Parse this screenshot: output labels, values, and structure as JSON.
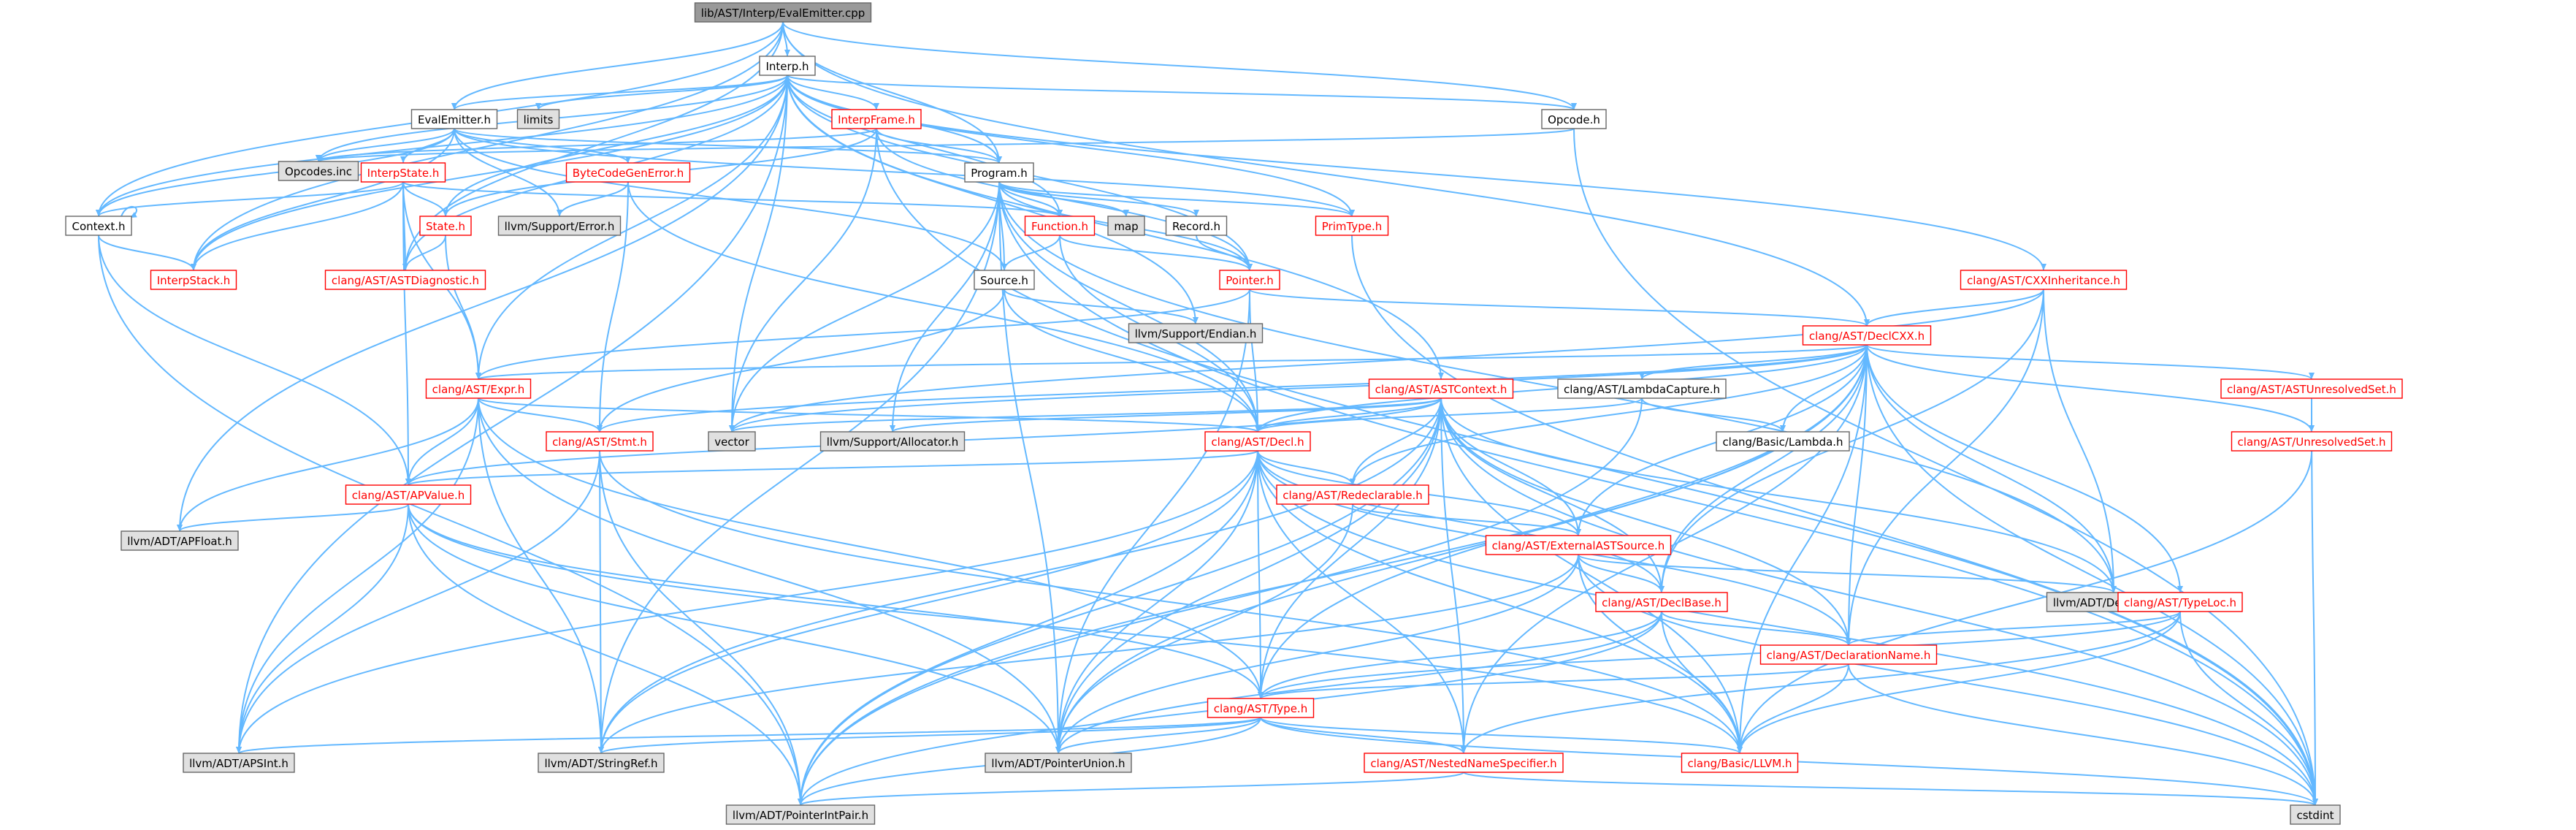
{
  "diagram": {
    "colors": {
      "edge": "#63B8FF",
      "border": "#666666",
      "red": "#ff0000",
      "gray_fill": "#e0e0e0",
      "root_fill": "#999999"
    },
    "nodes": [
      {
        "id": "root",
        "label": "lib/AST/Interp/EvalEmitter.cpp",
        "style": "root"
      },
      {
        "id": "interp",
        "label": "Interp.h",
        "style": "normal"
      },
      {
        "id": "evalemitter",
        "label": "EvalEmitter.h",
        "style": "normal"
      },
      {
        "id": "limits",
        "label": "limits",
        "style": "gray"
      },
      {
        "id": "interpframe",
        "label": "InterpFrame.h",
        "style": "red"
      },
      {
        "id": "opcode",
        "label": "Opcode.h",
        "style": "normal"
      },
      {
        "id": "opcodesinc",
        "label": "Opcodes.inc",
        "style": "gray"
      },
      {
        "id": "interpstate",
        "label": "InterpState.h",
        "style": "red"
      },
      {
        "id": "bytecodegenerror",
        "label": "ByteCodeGenError.h",
        "style": "red"
      },
      {
        "id": "program",
        "label": "Program.h",
        "style": "normal"
      },
      {
        "id": "context",
        "label": "Context.h",
        "style": "normal"
      },
      {
        "id": "state",
        "label": "State.h",
        "style": "red"
      },
      {
        "id": "llvmerror",
        "label": "llvm/Support/Error.h",
        "style": "gray"
      },
      {
        "id": "function",
        "label": "Function.h",
        "style": "red"
      },
      {
        "id": "map",
        "label": "map",
        "style": "gray"
      },
      {
        "id": "record",
        "label": "Record.h",
        "style": "normal"
      },
      {
        "id": "primtype",
        "label": "PrimType.h",
        "style": "red"
      },
      {
        "id": "interpstack",
        "label": "InterpStack.h",
        "style": "red"
      },
      {
        "id": "astdiagnostic",
        "label": "clang/AST/ASTDiagnostic.h",
        "style": "red"
      },
      {
        "id": "source",
        "label": "Source.h",
        "style": "normal"
      },
      {
        "id": "pointer",
        "label": "Pointer.h",
        "style": "red"
      },
      {
        "id": "cxxinheritance",
        "label": "clang/AST/CXXInheritance.h",
        "style": "red"
      },
      {
        "id": "endian",
        "label": "llvm/Support/Endian.h",
        "style": "gray"
      },
      {
        "id": "declcxx",
        "label": "clang/AST/DeclCXX.h",
        "style": "red"
      },
      {
        "id": "expr",
        "label": "clang/AST/Expr.h",
        "style": "red"
      },
      {
        "id": "astcontext",
        "label": "clang/AST/ASTContext.h",
        "style": "red"
      },
      {
        "id": "lambdacapture",
        "label": "clang/AST/LambdaCapture.h",
        "style": "normal"
      },
      {
        "id": "astunresolvedset",
        "label": "clang/AST/ASTUnresolvedSet.h",
        "style": "red"
      },
      {
        "id": "stmt",
        "label": "clang/AST/Stmt.h",
        "style": "red"
      },
      {
        "id": "vector",
        "label": "vector",
        "style": "gray"
      },
      {
        "id": "allocator",
        "label": "llvm/Support/Allocator.h",
        "style": "gray"
      },
      {
        "id": "decl",
        "label": "clang/AST/Decl.h",
        "style": "red"
      },
      {
        "id": "basiclambda",
        "label": "clang/Basic/Lambda.h",
        "style": "normal"
      },
      {
        "id": "unresolvedset",
        "label": "clang/AST/UnresolvedSet.h",
        "style": "red"
      },
      {
        "id": "apvalue",
        "label": "clang/AST/APValue.h",
        "style": "red"
      },
      {
        "id": "redeclarable",
        "label": "clang/AST/Redeclarable.h",
        "style": "red"
      },
      {
        "id": "apfloat",
        "label": "llvm/ADT/APFloat.h",
        "style": "gray"
      },
      {
        "id": "externalastsource",
        "label": "clang/AST/ExternalASTSource.h",
        "style": "red"
      },
      {
        "id": "declbase",
        "label": "clang/AST/DeclBase.h",
        "style": "red"
      },
      {
        "id": "densemap",
        "label": "llvm/ADT/DenseMap.h",
        "style": "gray"
      },
      {
        "id": "typeloc",
        "label": "clang/AST/TypeLoc.h",
        "style": "red"
      },
      {
        "id": "declarationname",
        "label": "clang/AST/DeclarationName.h",
        "style": "red"
      },
      {
        "id": "type",
        "label": "clang/AST/Type.h",
        "style": "red"
      },
      {
        "id": "apsint",
        "label": "llvm/ADT/APSInt.h",
        "style": "gray"
      },
      {
        "id": "stringref",
        "label": "llvm/ADT/StringRef.h",
        "style": "gray"
      },
      {
        "id": "pointerunion",
        "label": "llvm/ADT/PointerUnion.h",
        "style": "gray"
      },
      {
        "id": "nestednamespecifier",
        "label": "clang/AST/NestedNameSpecifier.h",
        "style": "red"
      },
      {
        "id": "basicllvm",
        "label": "clang/Basic/LLVM.h",
        "style": "red"
      },
      {
        "id": "pointerintpair",
        "label": "llvm/ADT/PointerIntPair.h",
        "style": "gray"
      },
      {
        "id": "cstdint",
        "label": "cstdint",
        "style": "gray"
      }
    ],
    "edges": [
      [
        "root",
        "interp"
      ],
      [
        "root",
        "evalemitter"
      ],
      [
        "root",
        "opcode"
      ],
      [
        "root",
        "context"
      ],
      [
        "root",
        "declcxx"
      ],
      [
        "root",
        "program"
      ],
      [
        "root",
        "interpstack"
      ],
      [
        "root",
        "astdiagnostic"
      ],
      [
        "interp",
        "evalemitter"
      ],
      [
        "interp",
        "limits"
      ],
      [
        "interp",
        "interpframe"
      ],
      [
        "interp",
        "opcode"
      ],
      [
        "interp",
        "opcodesinc"
      ],
      [
        "interp",
        "program"
      ],
      [
        "interp",
        "context"
      ],
      [
        "interp",
        "state"
      ],
      [
        "interp",
        "function"
      ],
      [
        "interp",
        "primtype"
      ],
      [
        "interp",
        "interpstack"
      ],
      [
        "interp",
        "astdiagnostic"
      ],
      [
        "interp",
        "pointer"
      ],
      [
        "interp",
        "cxxinheritance"
      ],
      [
        "interp",
        "endian"
      ],
      [
        "interp",
        "expr"
      ],
      [
        "interp",
        "astcontext"
      ],
      [
        "interp",
        "vector"
      ],
      [
        "interp",
        "apfloat"
      ],
      [
        "interp",
        "apsint"
      ],
      [
        "evalemitter",
        "opcodesinc"
      ],
      [
        "evalemitter",
        "interpstate"
      ],
      [
        "evalemitter",
        "bytecodegenerror"
      ],
      [
        "evalemitter",
        "program"
      ],
      [
        "evalemitter",
        "context"
      ],
      [
        "evalemitter",
        "llvmerror"
      ],
      [
        "evalemitter",
        "primtype"
      ],
      [
        "evalemitter",
        "source"
      ],
      [
        "evalemitter",
        "interpstack"
      ],
      [
        "interpframe",
        "opcodesinc"
      ],
      [
        "interpframe",
        "program"
      ],
      [
        "interpframe",
        "state"
      ],
      [
        "interpframe",
        "pointer"
      ],
      [
        "interpframe",
        "vector"
      ],
      [
        "interpframe",
        "cstdint"
      ],
      [
        "opcode",
        "opcodesinc"
      ],
      [
        "opcode",
        "cstdint"
      ],
      [
        "interpstate",
        "context"
      ],
      [
        "interpstate",
        "state"
      ],
      [
        "interpstate",
        "function"
      ],
      [
        "interpstate",
        "interpstack"
      ],
      [
        "interpstate",
        "astdiagnostic"
      ],
      [
        "interpstate",
        "expr"
      ],
      [
        "interpstate",
        "apvalue"
      ],
      [
        "bytecodegenerror",
        "llvmerror"
      ],
      [
        "bytecodegenerror",
        "stmt"
      ],
      [
        "bytecodegenerror",
        "decl"
      ],
      [
        "program",
        "function"
      ],
      [
        "program",
        "map"
      ],
      [
        "program",
        "record"
      ],
      [
        "program",
        "primtype"
      ],
      [
        "program",
        "source"
      ],
      [
        "program",
        "pointer"
      ],
      [
        "program",
        "vector"
      ],
      [
        "program",
        "allocator"
      ],
      [
        "program",
        "stringref"
      ],
      [
        "program",
        "pointerunion"
      ],
      [
        "program",
        "decl"
      ],
      [
        "program",
        "densemap"
      ],
      [
        "program",
        "cstdint"
      ],
      [
        "context",
        "context"
      ],
      [
        "context",
        "interpstack"
      ],
      [
        "context",
        "apvalue"
      ],
      [
        "context",
        "pointerintpair"
      ],
      [
        "state",
        "astdiagnostic"
      ],
      [
        "state",
        "expr"
      ],
      [
        "function",
        "source"
      ],
      [
        "function",
        "pointer"
      ],
      [
        "function",
        "decl"
      ],
      [
        "record",
        "pointer"
      ],
      [
        "primtype",
        "cstdint"
      ],
      [
        "source",
        "endian"
      ],
      [
        "source",
        "stmt"
      ],
      [
        "source",
        "decl"
      ],
      [
        "pointer",
        "declcxx"
      ],
      [
        "pointer",
        "expr"
      ],
      [
        "pointer",
        "decl"
      ],
      [
        "pointer",
        "pointerunion"
      ],
      [
        "cxxinheritance",
        "declcxx"
      ],
      [
        "cxxinheritance",
        "densemap"
      ],
      [
        "cxxinheritance",
        "declbase"
      ],
      [
        "cxxinheritance",
        "declarationname"
      ],
      [
        "cxxinheritance",
        "vector"
      ],
      [
        "declcxx",
        "expr"
      ],
      [
        "declcxx",
        "lambdacapture"
      ],
      [
        "declcxx",
        "astunresolvedset"
      ],
      [
        "declcxx",
        "vector"
      ],
      [
        "declcxx",
        "decl"
      ],
      [
        "declcxx",
        "basiclambda"
      ],
      [
        "declcxx",
        "unresolvedset"
      ],
      [
        "declcxx",
        "redeclarable"
      ],
      [
        "declcxx",
        "externalastsource"
      ],
      [
        "declcxx",
        "declbase"
      ],
      [
        "declcxx",
        "densemap"
      ],
      [
        "declcxx",
        "typeloc"
      ],
      [
        "declcxx",
        "declarationname"
      ],
      [
        "declcxx",
        "type"
      ],
      [
        "declcxx",
        "nestednamespecifier"
      ],
      [
        "declcxx",
        "basicllvm"
      ],
      [
        "declcxx",
        "pointerintpair"
      ],
      [
        "declcxx",
        "pointerunion"
      ],
      [
        "declcxx",
        "cstdint"
      ],
      [
        "declcxx",
        "stmt"
      ],
      [
        "expr",
        "stmt"
      ],
      [
        "expr",
        "decl"
      ],
      [
        "expr",
        "apvalue"
      ],
      [
        "expr",
        "apfloat"
      ],
      [
        "expr",
        "apsint"
      ],
      [
        "expr",
        "type"
      ],
      [
        "expr",
        "stringref"
      ],
      [
        "expr",
        "pointerunion"
      ],
      [
        "astcontext",
        "vector"
      ],
      [
        "astcontext",
        "allocator"
      ],
      [
        "astcontext",
        "decl"
      ],
      [
        "astcontext",
        "apvalue"
      ],
      [
        "astcontext",
        "redeclarable"
      ],
      [
        "astcontext",
        "externalastsource"
      ],
      [
        "astcontext",
        "declbase"
      ],
      [
        "astcontext",
        "densemap"
      ],
      [
        "astcontext",
        "declarationname"
      ],
      [
        "astcontext",
        "type"
      ],
      [
        "astcontext",
        "nestednamespecifier"
      ],
      [
        "astcontext",
        "basicllvm"
      ],
      [
        "astcontext",
        "pointerintpair"
      ],
      [
        "astcontext",
        "pointerunion"
      ],
      [
        "astcontext",
        "stringref"
      ],
      [
        "astcontext",
        "cstdint"
      ],
      [
        "lambdacapture",
        "decl"
      ],
      [
        "lambdacapture",
        "basiclambda"
      ],
      [
        "lambdacapture",
        "pointerintpair"
      ],
      [
        "astunresolvedset",
        "unresolvedset"
      ],
      [
        "astunresolvedset",
        "cstdint"
      ],
      [
        "unresolvedset",
        "basicllvm"
      ],
      [
        "stmt",
        "apsint"
      ],
      [
        "stmt",
        "stringref"
      ],
      [
        "stmt",
        "pointerintpair"
      ],
      [
        "stmt",
        "basicllvm"
      ],
      [
        "decl",
        "apvalue"
      ],
      [
        "decl",
        "redeclarable"
      ],
      [
        "decl",
        "externalastsource"
      ],
      [
        "decl",
        "declbase"
      ],
      [
        "decl",
        "declarationname"
      ],
      [
        "decl",
        "type"
      ],
      [
        "decl",
        "nestednamespecifier"
      ],
      [
        "decl",
        "basicllvm"
      ],
      [
        "decl",
        "apsint"
      ],
      [
        "decl",
        "stringref"
      ],
      [
        "decl",
        "pointerunion"
      ],
      [
        "decl",
        "pointerintpair"
      ],
      [
        "decl",
        "cstdint"
      ],
      [
        "apvalue",
        "apfloat"
      ],
      [
        "apvalue",
        "apsint"
      ],
      [
        "apvalue",
        "type"
      ],
      [
        "apvalue",
        "pointerintpair"
      ],
      [
        "apvalue",
        "pointerunion"
      ],
      [
        "apvalue",
        "basicllvm"
      ],
      [
        "redeclarable",
        "externalastsource"
      ],
      [
        "redeclarable",
        "pointerunion"
      ],
      [
        "externalastsource",
        "declbase"
      ],
      [
        "externalastsource",
        "densemap"
      ],
      [
        "externalastsource",
        "basicllvm"
      ],
      [
        "externalastsource",
        "pointerunion"
      ],
      [
        "externalastsource",
        "stringref"
      ],
      [
        "externalastsource",
        "cstdint"
      ],
      [
        "declbase",
        "declarationname"
      ],
      [
        "declbase",
        "type"
      ],
      [
        "declbase",
        "basicllvm"
      ],
      [
        "declbase",
        "pointerintpair"
      ],
      [
        "declbase",
        "pointerunion"
      ],
      [
        "typeloc",
        "declarationname"
      ],
      [
        "typeloc",
        "type"
      ],
      [
        "typeloc",
        "nestednamespecifier"
      ],
      [
        "typeloc",
        "basicllvm"
      ],
      [
        "typeloc",
        "cstdint"
      ],
      [
        "declarationname",
        "type"
      ],
      [
        "declarationname",
        "basicllvm"
      ],
      [
        "declarationname",
        "cstdint"
      ],
      [
        "type",
        "apsint"
      ],
      [
        "type",
        "stringref"
      ],
      [
        "type",
        "pointerunion"
      ],
      [
        "type",
        "nestednamespecifier"
      ],
      [
        "type",
        "basicllvm"
      ],
      [
        "type",
        "pointerintpair"
      ],
      [
        "type",
        "cstdint"
      ],
      [
        "nestednamespecifier",
        "pointerintpair"
      ],
      [
        "nestednamespecifier",
        "cstdint"
      ]
    ]
  }
}
